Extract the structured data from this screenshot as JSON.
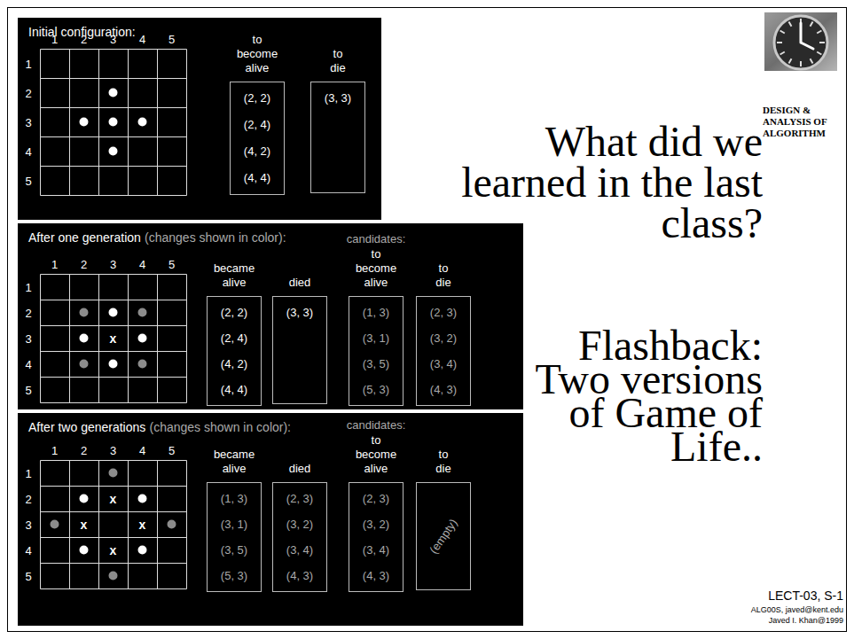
{
  "diagram": {
    "title": "What did we learned in the last class?",
    "nodes": [
      {
        "text": [
          "Initial configuration:"
        ]
      },
      {
        "text": [
          "to become alive",
          "(2, 2)",
          "(2, 4)",
          "(4, 2)",
          "(4, 4)"
        ],
        "in": 0
      },
      {
        "text": [
          "to die",
          "(3, 3)"
        ],
        "in": 0
      },
      {
        "text": [
          "After one generation",
          "(changes shown in color):"
        ]
      },
      {
        "text": [
          "became alive",
          "(2, 2)",
          "(2, 4)",
          "(4, 2)",
          "(4, 4)"
        ],
        "in": 3
      },
      {
        "text": [
          "died",
          "(3, 3)"
        ],
        "in": 3
      },
      {
        "text": [
          "to become alive",
          "(1, 3)",
          "(3, 1)",
          "(3, 5)",
          "(5, 3)"
        ],
        "in": 3
      },
      {
        "text": [
          "to die",
          "(2, 3)",
          "(3, 2)",
          "(3, 4)",
          "(4, 3)"
        ],
        "in": 3
      },
      {
        "text": [
          "After two generations",
          "(changes shown in color):"
        ]
      },
      {
        "text": [
          "became alive",
          "(1, 3)",
          "(3, 1)",
          "(3, 5)",
          "(5, 3)"
        ],
        "in": 8
      },
      {
        "text": [
          "died",
          "(2, 3)",
          "(3, 2)",
          "(3, 4)",
          "(4, 3)"
        ],
        "in": 8
      },
      {
        "text": [
          "to become alive",
          "(2, 3)",
          "(3, 2)",
          "(3, 4)",
          "(4, 3)"
        ],
        "in": 8
      },
      {
        "text": [
          "to die",
          "(empty)"
        ],
        "in": 8
      }
    ],
    "labels": [
      "1",
      "2",
      "3",
      "4",
      "5",
      "1",
      "2",
      "3",
      "4",
      "5",
      "candidates:",
      "1",
      "2",
      "3",
      "4",
      "5",
      "1",
      "2",
      "3",
      "4",
      "5",
      "x",
      "candidates:",
      "1",
      "2",
      "3",
      "4",
      "5",
      "1",
      "2",
      "3",
      "4",
      "5",
      "x",
      "x",
      "x",
      "x",
      "Flashback: Two versions of Game of Life..",
      "DESIGN & ANALYSIS OF ALGORITHM",
      "LECT-03, S-1",
      "ALG00S, javed@kent.edu",
      "Javed I. Khan@1999"
    ]
  }
}
